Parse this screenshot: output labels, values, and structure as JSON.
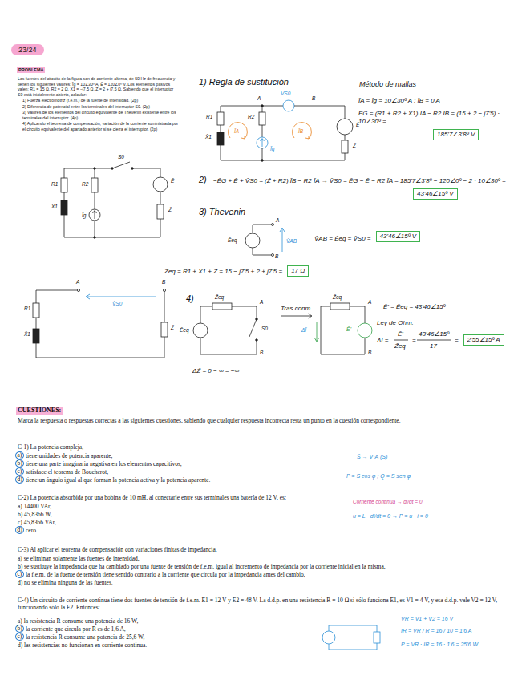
{
  "diagram": {
    "nodes": [
      {
        "text": [
          "23/24"
        ]
      },
      {
        "text": [
          "PROBLEMA"
        ]
      },
      {
        "text": [
          "185'7∠3'8º V"
        ]
      },
      {
        "text": [
          "43'46∠15º V"
        ]
      },
      {
        "text": [
          "43'46∠15º V"
        ]
      },
      {
        "text": [
          "17 Ω"
        ]
      },
      {
        "text": [
          "2'55∠15º A"
        ]
      },
      {
        "text": [
          "CUESTIONES:"
        ]
      },
      {
        "text": [
          "a)"
        ]
      },
      {
        "text": [
          "b)"
        ]
      },
      {
        "text": [
          "c)"
        ]
      },
      {
        "text": [
          "d)"
        ]
      },
      {
        "text": [
          "d)"
        ]
      },
      {
        "text": [
          "c)"
        ]
      },
      {
        "text": [
          "b)"
        ]
      },
      {
        "text": [
          "c)"
        ]
      }
    ],
    "labels": [
      "Las fuentes del circuito de la figura son de corriente alterna, de 50 Hz de frecuencia y tienen los siguientes valores: Īg = 10∠30º A, Ē = 120∠0º V. Los elementos pasivos valen: R1 = 15 Ω, R2 = 2 Ω, X̄1 = −j7,5 Ω, Z̄ = 2 + j7,5 Ω. Sabiendo que el interruptor S0 está inicialmente abierto, calcular:",
      "1) Fuerza electromotriz (f.e.m.) de la fuente de intensidad. (2p)",
      "2) Diferencia de potencial entre los terminales del interruptor S0. (2p)",
      "3) Valores de los elementos del circuito equivalente de Thévenin existente entre los terminales del interruptor. (4p)",
      "4) Aplicando el teorema de compensación, variación de la corriente suministrada por el circuito equivalente del apartado anterior si se cierra el interruptor. (2p)",
      "S0",
      "R1",
      "X̄1",
      "R2",
      "Īg",
      "Ē",
      "Z̄",
      "A",
      "B",
      "V̄S0",
      "R1",
      "X̄1",
      "Z̄",
      "1) Regla de sustitución",
      "Método de mallas",
      "A",
      "V̄S0",
      "B",
      "R1",
      "X̄1",
      "ĪA",
      "R2",
      "Īg",
      "ĪB",
      "Ē",
      "Z̄",
      "ĪA = Īg = 10∠30º A ; ĪB = 0 A",
      "ĒG = (R1 + R2 + X̄1) ĪA − R2 ĪB = (15 + 2 − j7'5) · 10∠30º =",
      "2)",
      "−ĒG + Ē + V̄S0 = (Z̄ + R2) ĪB − R2 ĪA → V̄S0 = ĒG − Ē − R2 ĪA = 185'7∠3'8º − 120∠0º − 2 · 10∠30º =",
      "3) Thevenin",
      "Ēeq",
      "A",
      "B",
      "V̄AB",
      "V̄AB = Ēeq = V̄S0 =",
      "Z̄eq = R1 + X̄1 + Z̄ = 15 − j7'5 + 2 + j7'5 =",
      "4)",
      "Z̄eq",
      "A",
      "S0",
      "B",
      "Ēeq",
      "Tras conm.",
      "Z̄eq",
      "A",
      "Ē'",
      "ΔĪ",
      "B",
      "ΔZ̄ = 0 − ∞ = −∞",
      "Ē' = Ēeq = 43'46∠15º",
      "Ley de Ohm:",
      "ΔĪ =",
      "Ē'",
      "Z̄eq",
      "=",
      "43'46∠15º",
      "17",
      "=",
      "Marca la respuesta o respuestas correctas a las siguientes cuestiones, sabiendo que cualquier respuesta incorrecta resta un punto en la cuestión correspondiente.",
      "C-1) La potencia compleja,",
      "tiene unidades de potencia aparente,",
      "tiene una parte imaginaria negativa en los elementos capacitivos,",
      "satisface el teorema de Boucherot,",
      "tiene un ángulo igual al que forman la potencia activa y la potencia aparente.",
      "S̄ → V·A (S)",
      "P = S cos φ ; Q = S sen φ",
      "C-2) La potencia absorbida por una bobina de 10 mH, al conectarle entre sus terminales una batería de 12 V, es:",
      "a) 14400 VAr,",
      "b) 45,8366 W,",
      "c) 45,8366 VAr,",
      "cero.",
      "Corriente continua → di/dt = 0",
      "u = L · di/dt = 0 → P = u · i = 0",
      "C-3) Al aplicar el teorema de compensación con variaciones finitas de impedancia,",
      "a) se eliminan solamente las fuentes de intensidad,",
      "b) se sustituye la impedancia que ha cambiado por una fuente de tensión de f.e.m. igual al incremento de impedancia por la corriente inicial en la misma,",
      "la f.e.m. de la fuente de tensión tiene sentido contrario a la corriente que circula por la impedancia antes del cambio,",
      "d) no se elimina ninguna de las fuentes.",
      "C-4) Un circuito de corriente continua tiene dos fuentes de tensión de f.e.m. E1 = 12 V y E2 = 48 V. La d.d.p. en una resistencia R = 10 Ω si sólo funciona E1, es V1 = 4 V, y esa d.d.p. vale V2 = 12 V, funcionando sólo la E2. Entonces:",
      "a) la resistencia R consume una potencia de 16 W,",
      "la corriente que circula por R es de 1,6 A,",
      "la resistencia R consume una potencia de 25,6 W,",
      "d) las resistencias no funcionan en corriente continua.",
      "VR = V1 + V2 = 16 V",
      "IR = VR / R = 16 / 10 = 1'6 A",
      "P = VR · IR = 16 · 1'6 = 25'6 W"
    ]
  }
}
